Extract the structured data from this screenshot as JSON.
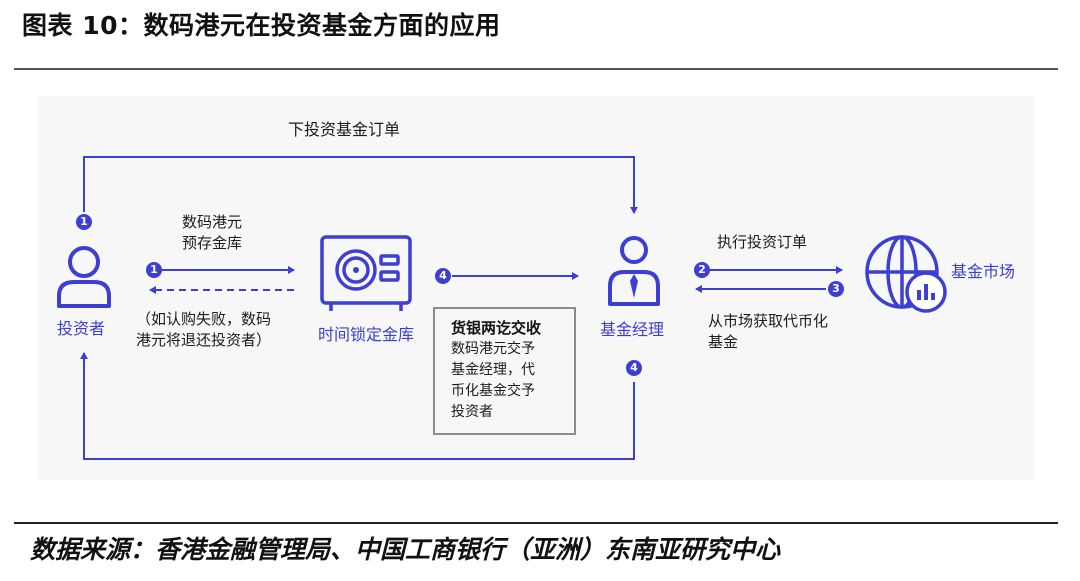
{
  "header": {
    "title": "图表 10：数码港元在投资基金方面的应用"
  },
  "footer": {
    "source": "数据来源：香港金融管理局、中国工商银行（亚洲）东南亚研究中心"
  },
  "diagram": {
    "nodes": {
      "investor": "投资者",
      "vault": "时间锁定金库",
      "manager": "基金经理",
      "market": "基金市场"
    },
    "flows": {
      "order": "下投资基金订单",
      "prestore_line1": "数码港元",
      "prestore_line2": "预存金库",
      "refund_line1": "（如认购失败，数码",
      "refund_line2": "港元将退还投资者）",
      "execute": "执行投资订单",
      "obtain_line1": "从市场获取代币化",
      "obtain_line2": "基金"
    },
    "dvp_box": {
      "title": "货银两讫交收",
      "line1": "数码港元交予",
      "line2": "基金经理，代",
      "line3": "币化基金交予",
      "line4": "投资者"
    },
    "steps": {
      "s1a": "1",
      "s1b": "1",
      "s2": "2",
      "s3": "3",
      "s4a": "4",
      "s4b": "4"
    },
    "colors": {
      "accent": "#3c3ed4",
      "box_border": "#8c8c8c",
      "panel": "#f7f7f7"
    }
  }
}
